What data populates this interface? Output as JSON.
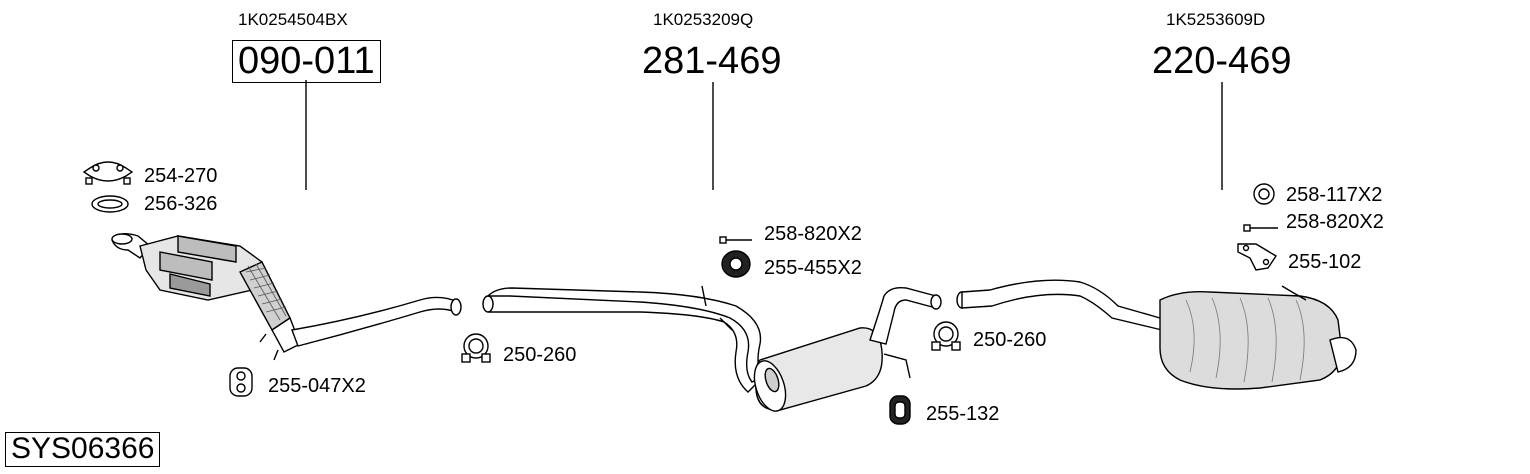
{
  "groups": [
    {
      "oe_number": "1K0254504BX",
      "part_number": "090-011",
      "boxed": true
    },
    {
      "oe_number": "1K0253209Q",
      "part_number": "281-469",
      "boxed": false
    },
    {
      "oe_number": "1K5253609D",
      "part_number": "220-469",
      "boxed": false
    }
  ],
  "parts": {
    "clamp_front": "254-270",
    "gasket_front": "256-326",
    "hanger_front": "255-047X2",
    "clamp_1": "250-260",
    "bolt_mid": "258-820X2",
    "rubber_mid": "255-455X2",
    "rubber_center": "255-132",
    "clamp_2": "250-260",
    "ring_rear": "258-117X2",
    "bolt_rear": "258-820X2",
    "bracket_rear": "255-102"
  },
  "system_code": "SYS06366"
}
